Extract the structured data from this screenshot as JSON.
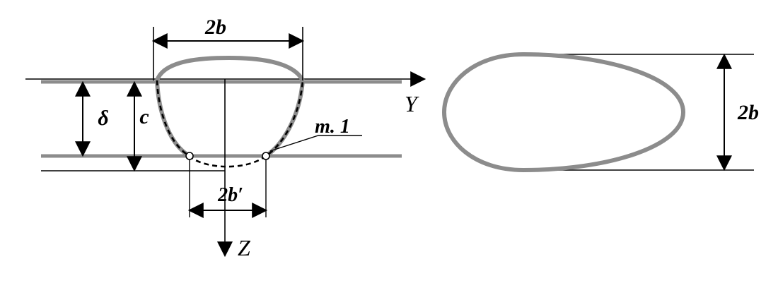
{
  "labels": {
    "width_top": "2b",
    "axis_y": "Y",
    "axis_z": "Z",
    "delta": "δ",
    "c": "c",
    "point": "m. 1",
    "width_bottom": "2b′",
    "width_right": "2b"
  },
  "colors": {
    "line": "#000000",
    "bead": "#8c8c8c",
    "background": "#ffffff"
  }
}
